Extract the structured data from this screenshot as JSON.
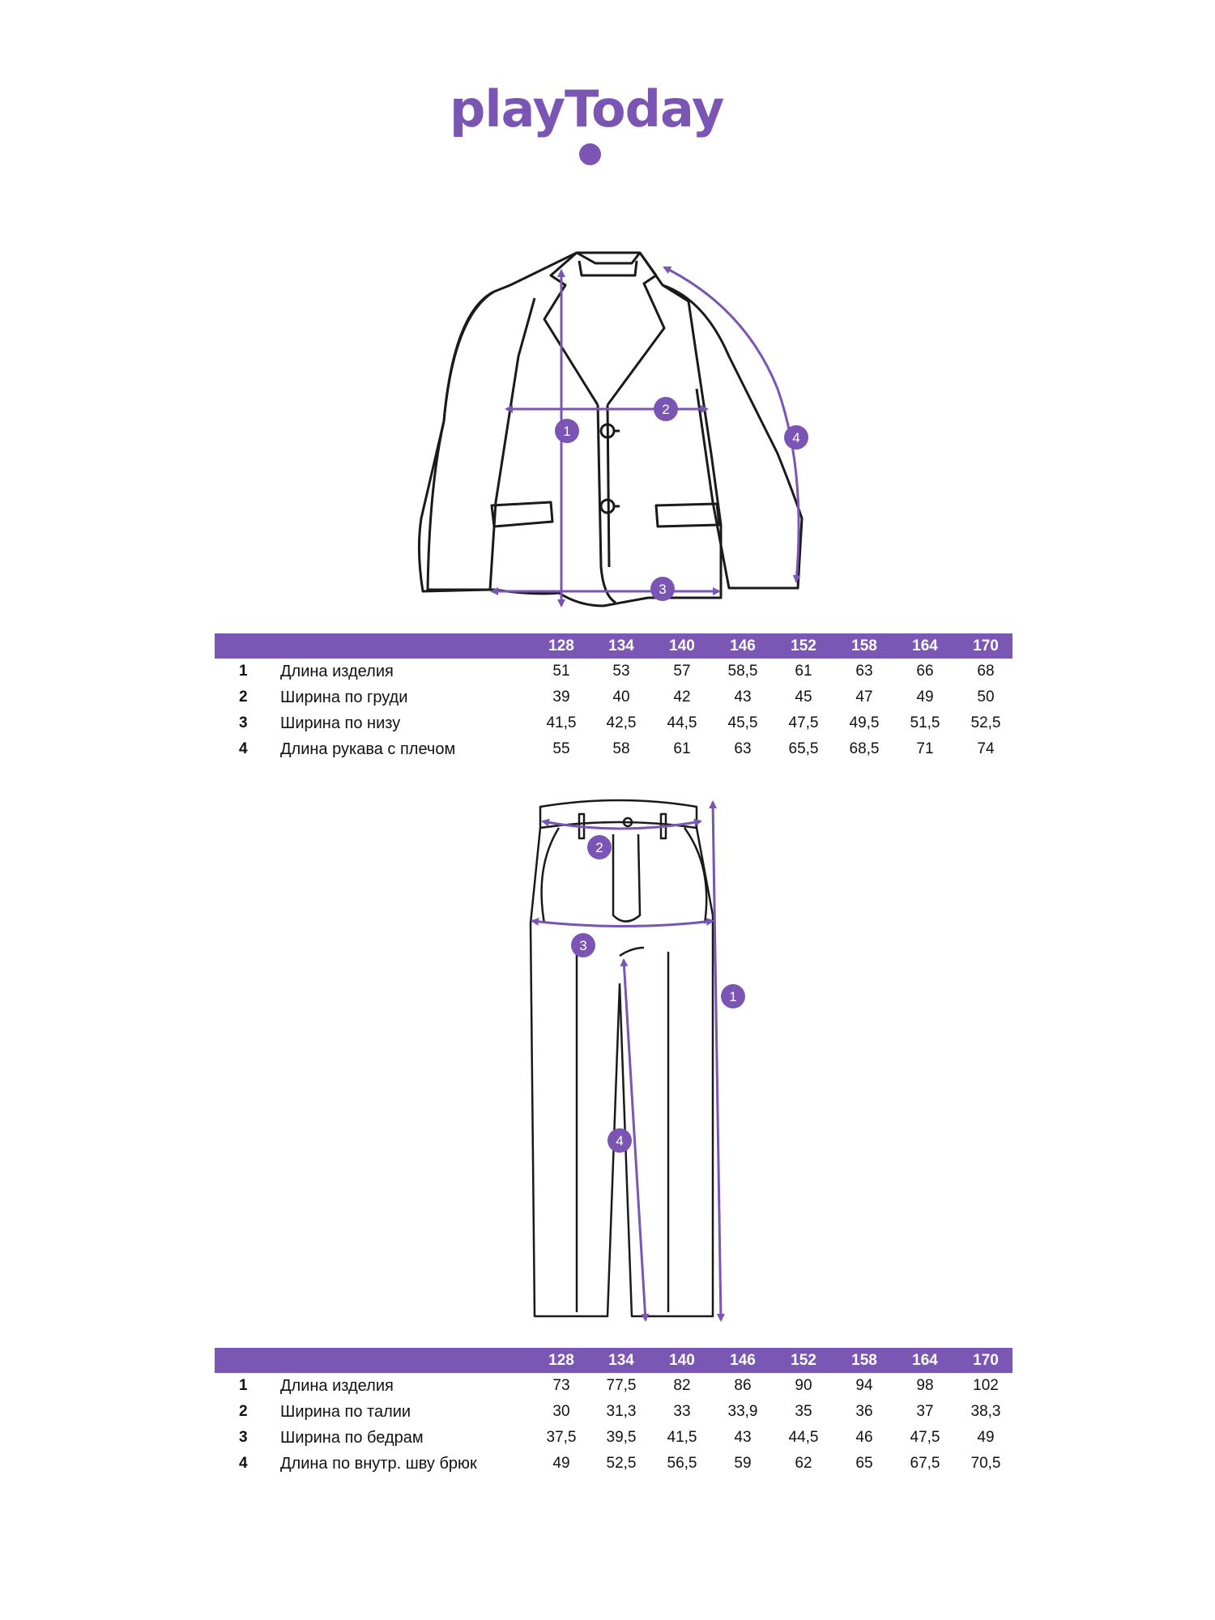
{
  "brand": {
    "name": "playToday",
    "color": "#7a55b3"
  },
  "jacket": {
    "markers": [
      "1",
      "2",
      "3",
      "4"
    ],
    "table": {
      "sizes": [
        "128",
        "134",
        "140",
        "146",
        "152",
        "158",
        "164",
        "170"
      ],
      "rows": [
        {
          "num": "1",
          "label": "Длина изделия",
          "values": [
            "51",
            "53",
            "57",
            "58,5",
            "61",
            "63",
            "66",
            "68"
          ]
        },
        {
          "num": "2",
          "label": "Ширина по груди",
          "values": [
            "39",
            "40",
            "42",
            "43",
            "45",
            "47",
            "49",
            "50"
          ]
        },
        {
          "num": "3",
          "label": "Ширина по низу",
          "values": [
            "41,5",
            "42,5",
            "44,5",
            "45,5",
            "47,5",
            "49,5",
            "51,5",
            "52,5"
          ]
        },
        {
          "num": "4",
          "label": "Длина рукава с плечом",
          "values": [
            "55",
            "58",
            "61",
            "63",
            "65,5",
            "68,5",
            "71",
            "74"
          ]
        }
      ]
    }
  },
  "trousers": {
    "markers": [
      "1",
      "2",
      "3",
      "4"
    ],
    "table": {
      "sizes": [
        "128",
        "134",
        "140",
        "146",
        "152",
        "158",
        "164",
        "170"
      ],
      "rows": [
        {
          "num": "1",
          "label": "Длина изделия",
          "values": [
            "73",
            "77,5",
            "82",
            "86",
            "90",
            "94",
            "98",
            "102"
          ]
        },
        {
          "num": "2",
          "label": "Ширина по талии",
          "values": [
            "30",
            "31,3",
            "33",
            "33,9",
            "35",
            "36",
            "37",
            "38,3"
          ]
        },
        {
          "num": "3",
          "label": "Ширина по бедрам",
          "values": [
            "37,5",
            "39,5",
            "41,5",
            "43",
            "44,5",
            "46",
            "47,5",
            "49"
          ]
        },
        {
          "num": "4",
          "label": "Длина по внутр. шву брюк",
          "values": [
            "49",
            "52,5",
            "56,5",
            "59",
            "62",
            "65",
            "67,5",
            "70,5"
          ]
        }
      ]
    }
  }
}
